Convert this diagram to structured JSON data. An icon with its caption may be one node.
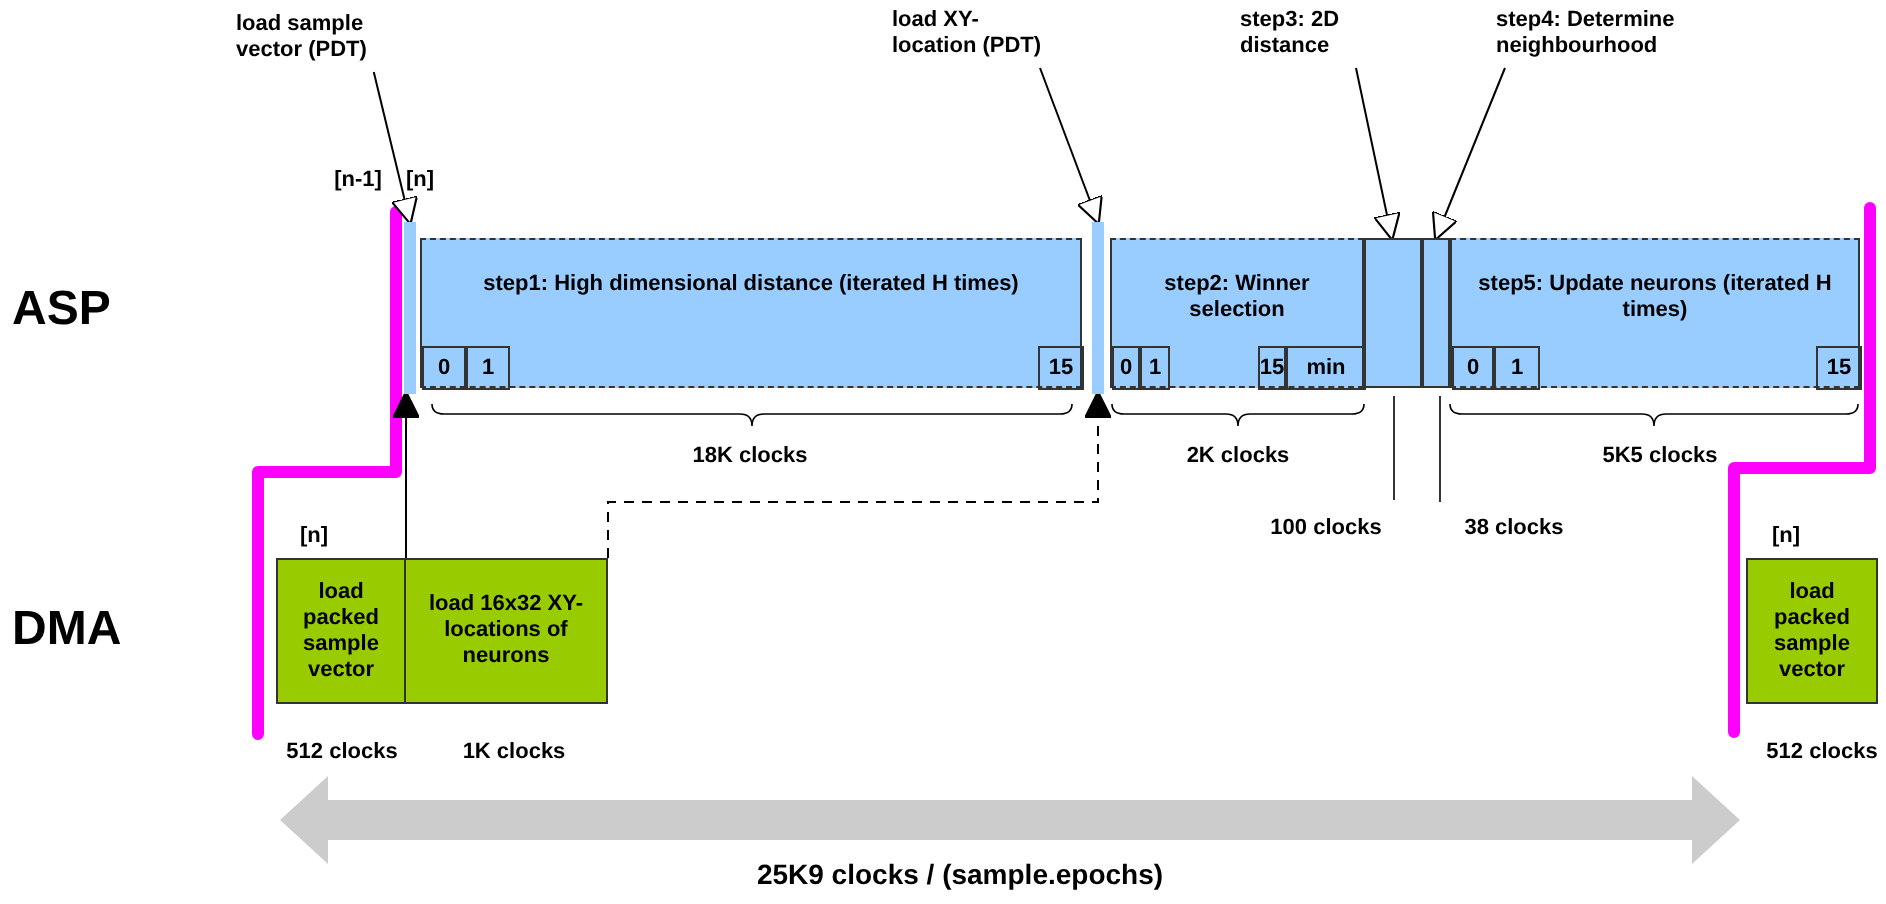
{
  "diagram": {
    "nodes": [
      {
        "text": [
          "load sample vector (PDT)"
        ]
      },
      {
        "text": [
          "load XY-location (PDT)"
        ]
      },
      {
        "text": [
          "step3: 2D distance"
        ]
      },
      {
        "text": [
          "step4: Determine neighbourhood"
        ]
      },
      {
        "text": [],
        "shape": "bar",
        "beside": [
          "[n]"
        ]
      },
      {
        "text": [
          "step1: High dimensional distance (iterated H times)"
        ]
      },
      {
        "text": [
          "0"
        ],
        "in": 5
      },
      {
        "text": [
          "1"
        ],
        "in": 5
      },
      {
        "text": [
          "15"
        ],
        "in": 5
      },
      {
        "text": [],
        "shape": "bar"
      },
      {
        "text": [
          "step2: Winner selection"
        ]
      },
      {
        "text": [
          "0"
        ],
        "in": 10
      },
      {
        "text": [
          "1"
        ],
        "in": 10
      },
      {
        "text": [
          "15"
        ],
        "in": 10
      },
      {
        "text": [
          "min"
        ],
        "in": 10
      },
      {
        "text": [],
        "shape": "box"
      },
      {
        "text": [],
        "shape": "box"
      },
      {
        "text": [
          "step5: Update neurons (iterated H times)"
        ]
      },
      {
        "text": [
          "0"
        ],
        "in": 17
      },
      {
        "text": [
          "1"
        ],
        "in": 17
      },
      {
        "text": [
          "15"
        ],
        "in": 17
      },
      {
        "text": [
          "load packed sample vector"
        ],
        "beside": [
          "[n]",
          "512 clocks"
        ]
      },
      {
        "text": [
          "load 16x32 XY-locations of neurons"
        ],
        "beside": [
          "1K clocks"
        ]
      },
      {
        "text": [
          "load packed sample vector"
        ],
        "beside": [
          "[n]",
          "512 clocks"
        ]
      }
    ],
    "edges": [
      {
        "from": 0,
        "to": 4,
        "arrow": "to"
      },
      {
        "from": 1,
        "to": 9,
        "arrow": "to"
      },
      {
        "from": 2,
        "to": 15,
        "arrow": "to"
      },
      {
        "from": 3,
        "to": 16,
        "arrow": "to"
      },
      {
        "from": 21,
        "to": 4,
        "arrow": "to"
      },
      {
        "from": 22,
        "to": 9,
        "arrow": "to",
        "style": "dashed"
      }
    ],
    "labels": [
      "[n-1]",
      "ASP",
      "18K clocks",
      "2K clocks",
      "5K5 clocks",
      "100 clocks",
      "38 clocks",
      "DMA",
      "25K9 clocks / (sample.epochs)"
    ]
  }
}
